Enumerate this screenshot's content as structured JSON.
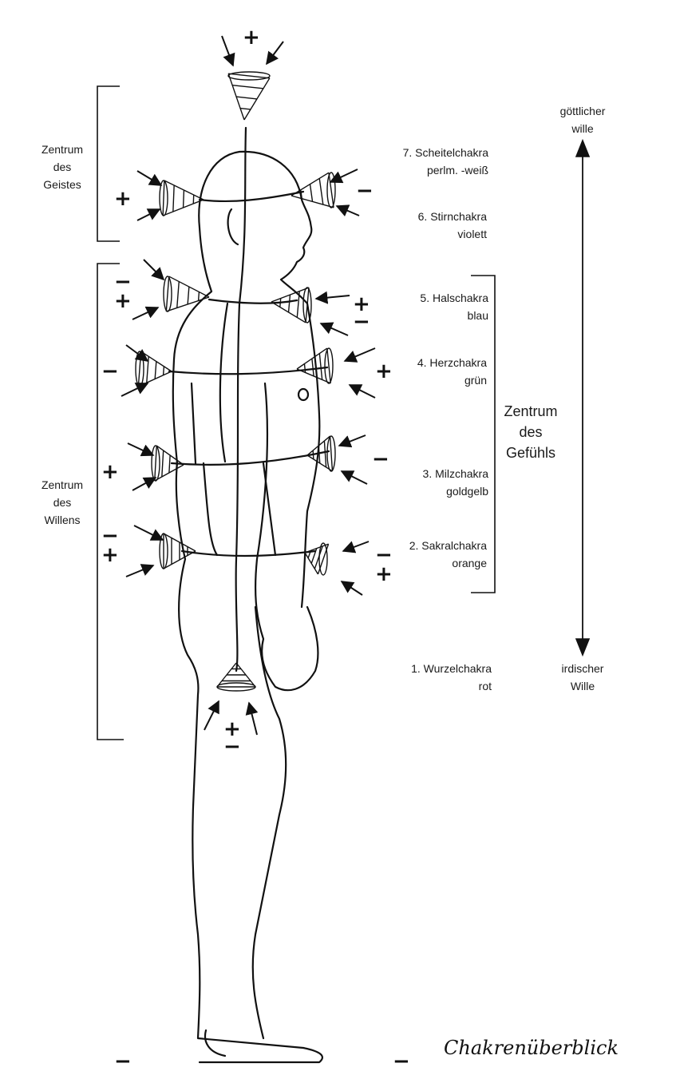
{
  "title": "Chakrenüberblick",
  "centers": {
    "mind": [
      "Zentrum",
      "des",
      "Geistes"
    ],
    "will": [
      "Zentrum",
      "des",
      "Willens"
    ],
    "feeling": [
      "Zentrum",
      "des",
      "Gefühls"
    ]
  },
  "axis": {
    "top": [
      "göttlicher",
      "wille"
    ],
    "bottom": [
      "irdischer",
      "Wille"
    ]
  },
  "chakras": [
    {
      "name": "7. Scheitelchakra",
      "color": "perlm. -weiß"
    },
    {
      "name": "6. Stirnchakra",
      "color": "violett"
    },
    {
      "name": "5. Halschakra",
      "color": "blau"
    },
    {
      "name": "4. Herzchakra",
      "color": "grün"
    },
    {
      "name": "3. Milzchakra",
      "color": "goldgelb"
    },
    {
      "name": "2. Sakralchakra",
      "color": "orange"
    },
    {
      "name": "1. Wurzelchakra",
      "color": "rot"
    }
  ],
  "signs": {
    "plus": "+",
    "minus": "−"
  }
}
